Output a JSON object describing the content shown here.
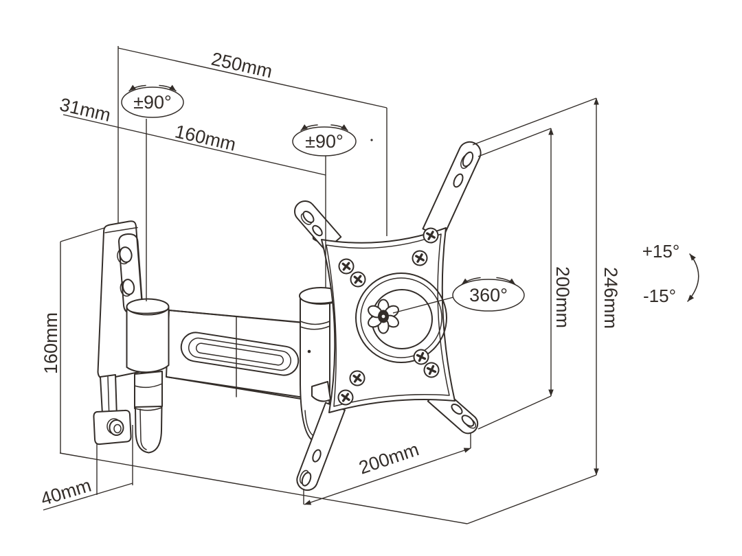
{
  "diagram": {
    "subject": "Articulating TV wall mount bracket - dimensional line drawing",
    "ink_color": "#332d29",
    "background_color": "#ffffff",
    "labels": {
      "dim_extension": "250mm",
      "dim_wall_offset": "31mm",
      "dim_arm_reach": "160mm",
      "dim_plate_height": "160mm",
      "dim_base_depth": "40mm",
      "dim_vesa_width": "200mm",
      "dim_vesa_height": "200mm",
      "dim_total_height": "246mm",
      "swivel_arm_1": "±90°",
      "swivel_arm_2": "±90°",
      "rotation_plate": "360°",
      "tilt_up": "+15°",
      "tilt_down": "-15°"
    }
  }
}
